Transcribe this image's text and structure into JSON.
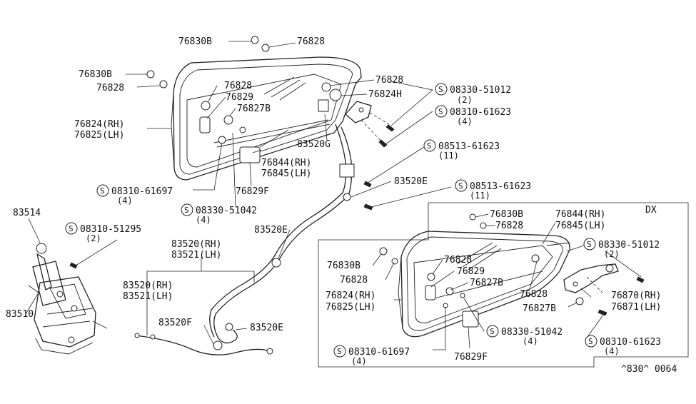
{
  "diagram_code": "^830^ 0064",
  "dx_label": "DX",
  "screw_symbol": "S",
  "main_labels": {
    "p76830B": "76830B",
    "p76828_top": "76828",
    "p76830B_left": "76830B",
    "p76828_left": "76828",
    "p76828_a": "76828",
    "p76829": "76829",
    "p76827B": "76827B",
    "p76824RH": "76824(RH)",
    "p76825LH": "76825(LH)",
    "p76828_b": "76828",
    "p76824H": "76824H",
    "p83520G": "83520G",
    "p76844RH": "76844(RH)",
    "p76845LH": "76845(LH)",
    "p76829F": "76829F",
    "p83520E_a": "83520E",
    "p83520E_b": "83520E",
    "p83514": "83514",
    "p83510": "83510",
    "p83520RH_a": "83520(RH)",
    "p83521LH_a": "83521(LH)",
    "p83520RH_b": "83520(RH)",
    "p83521LH_b": "83521(LH)",
    "p83520F": "83520F",
    "p83520E_c": "83520E"
  },
  "screws_main": {
    "s1": {
      "part": "08330-51012",
      "qty": "(2)"
    },
    "s2": {
      "part": "08310-61623",
      "qty": "(4)"
    },
    "s3": {
      "part": "08513-61623",
      "qty": "(11)"
    },
    "s4": {
      "part": "08513-61623",
      "qty": "(11)"
    },
    "s5": {
      "part": "08310-61697",
      "qty": "(4)"
    },
    "s6": {
      "part": "08330-51042",
      "qty": "(4)"
    },
    "s7": {
      "part": "08310-51295",
      "qty": "(2)"
    }
  },
  "dx_labels": {
    "p76830B_a": "76830B",
    "p76828_a": "76828",
    "p76844RH": "76844(RH)",
    "p76845LH": "76845(LH)",
    "p76830B_b": "76830B",
    "p76828_b": "76828",
    "p76828_c": "76828",
    "p76829": "76829",
    "p76827B": "76827B",
    "p76824RH": "76824(RH)",
    "p76825LH": "76825(LH)",
    "p76828_d": "76828",
    "p76827B_b": "76827B",
    "p76870RH": "76870(RH)",
    "p76871LH": "76871(LH)",
    "p76829F": "76829F"
  },
  "screws_dx": {
    "s1": {
      "part": "08330-51012",
      "qty": "(2)"
    },
    "s2": {
      "part": "08330-51042",
      "qty": "(4)"
    },
    "s3": {
      "part": "08310-61623",
      "qty": "(4)"
    },
    "s4": {
      "part": "08310-61697",
      "qty": "(4)"
    }
  }
}
